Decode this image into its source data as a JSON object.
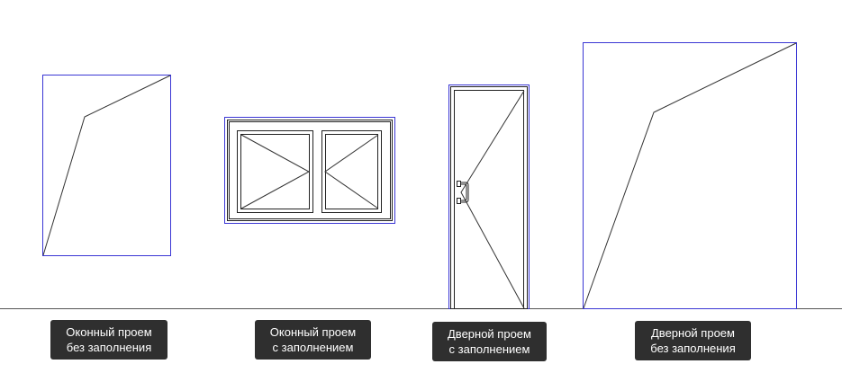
{
  "colors": {
    "outline": "#3a36d4",
    "stroke": "#222222",
    "floor": "#555555",
    "label_bg": "#2f2f2f",
    "label_text": "#ffffff"
  },
  "labels": {
    "window_opening_empty": {
      "line1": "Оконный проем",
      "line2": "без заполнения"
    },
    "window_opening_filled": {
      "line1": "Оконный проем",
      "line2": "с заполнением"
    },
    "door_opening_filled": {
      "line1": "Дверной проем",
      "line2": "с заполнением"
    },
    "door_opening_empty": {
      "line1": "Дверной проем",
      "line2": "без заполнения"
    }
  }
}
